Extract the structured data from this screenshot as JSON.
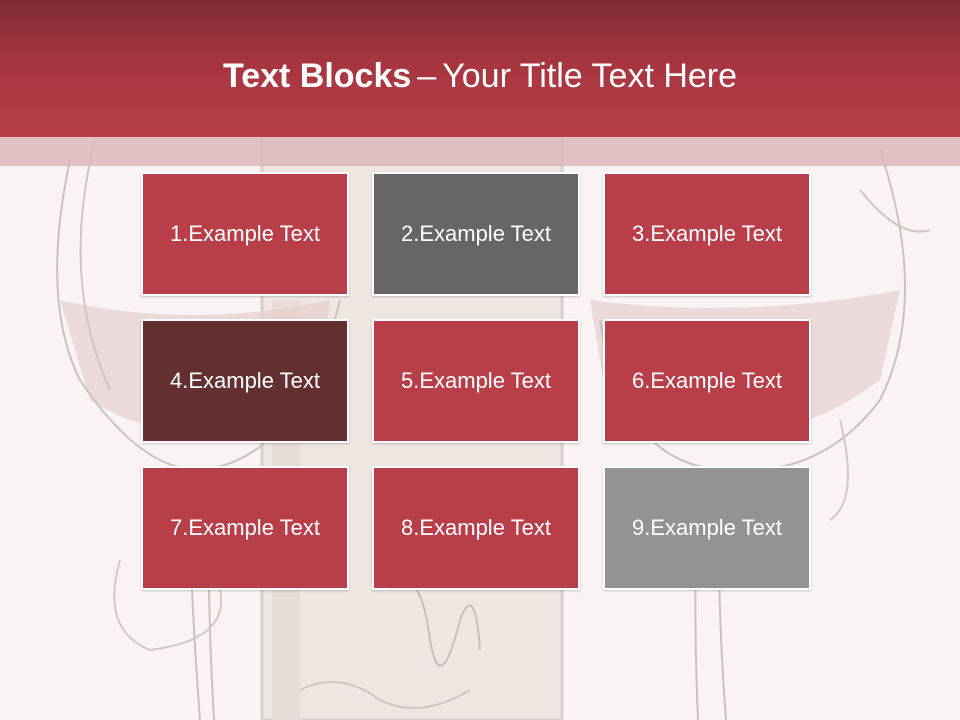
{
  "slide": {
    "title_bold": "Text Blocks",
    "title_separator": "–",
    "title_rest": "Your Title Text Here"
  },
  "theme": {
    "header_color": "#b83f4a",
    "strip_color": "#dcb8ba",
    "background_color": "#f9f4f3"
  },
  "blocks": [
    {
      "label": "1.Example Text",
      "color": "#b83f4a"
    },
    {
      "label": "2.Example Text",
      "color": "#666666"
    },
    {
      "label": "3.Example Text",
      "color": "#b83f4a"
    },
    {
      "label": "4.Example Text",
      "color": "#632f30"
    },
    {
      "label": "5.Example Text",
      "color": "#b83f4a"
    },
    {
      "label": "6.Example Text",
      "color": "#b83f4a"
    },
    {
      "label": "7.Example Text",
      "color": "#b83f4a"
    },
    {
      "label": "8.Example Text",
      "color": "#b83f4a"
    },
    {
      "label": "9.Example Text",
      "color": "#939393"
    }
  ]
}
